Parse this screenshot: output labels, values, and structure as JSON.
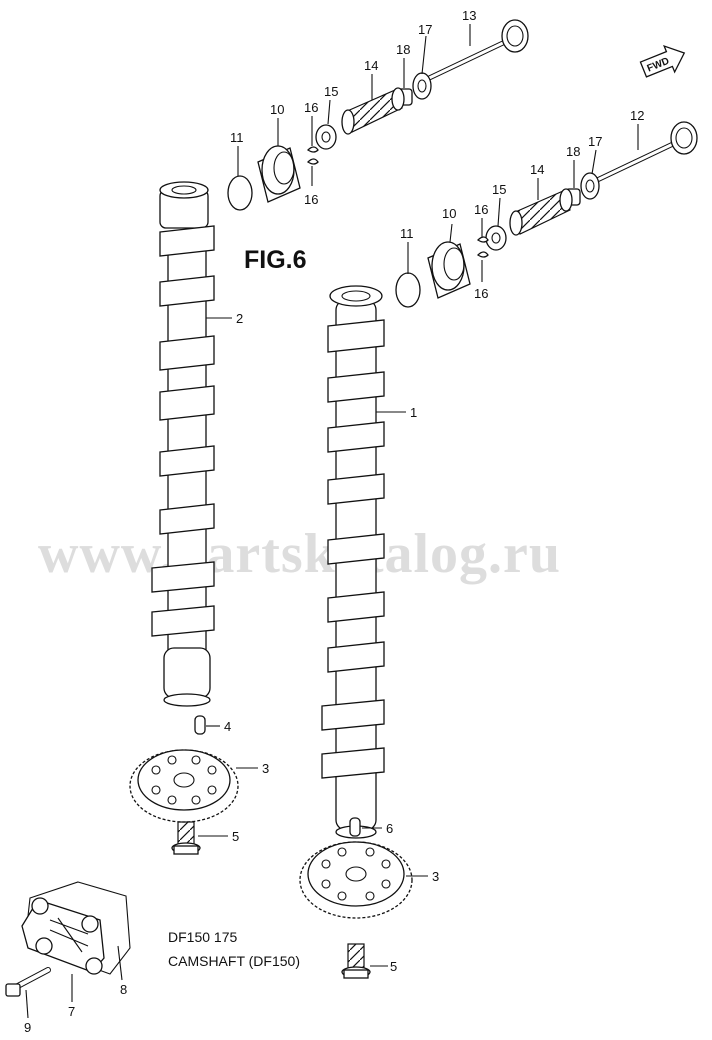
{
  "figure": {
    "title": "FIG.6",
    "model": "DF150 175",
    "caption": "CAMSHAFT (DF150)",
    "direction_badge": "FWD",
    "watermark": "www.partskatalog.ru"
  },
  "callouts": [
    {
      "id": "c13",
      "number": "13",
      "part": "valve"
    },
    {
      "id": "c17a",
      "number": "17",
      "part": "retainer"
    },
    {
      "id": "c18a",
      "number": "18",
      "part": "cotter"
    },
    {
      "id": "c14a",
      "number": "14",
      "part": "spring"
    },
    {
      "id": "c15a",
      "number": "15",
      "part": "seat"
    },
    {
      "id": "c16a",
      "number": "16",
      "part": "shim"
    },
    {
      "id": "c10a",
      "number": "10",
      "part": "tappet"
    },
    {
      "id": "c11a",
      "number": "11",
      "part": "shim"
    },
    {
      "id": "c16b",
      "number": "16",
      "part": "shim"
    },
    {
      "id": "c12",
      "number": "12",
      "part": "valve"
    },
    {
      "id": "c17b",
      "number": "17",
      "part": "retainer"
    },
    {
      "id": "c18b",
      "number": "18",
      "part": "cotter"
    },
    {
      "id": "c14b",
      "number": "14",
      "part": "spring"
    },
    {
      "id": "c15b",
      "number": "15",
      "part": "seat"
    },
    {
      "id": "c16c",
      "number": "16",
      "part": "shim"
    },
    {
      "id": "c10b",
      "number": "10",
      "part": "tappet"
    },
    {
      "id": "c11b",
      "number": "11",
      "part": "shim"
    },
    {
      "id": "c16d",
      "number": "16",
      "part": "shim"
    },
    {
      "id": "c2",
      "number": "2",
      "part": "camshaft"
    },
    {
      "id": "c1",
      "number": "1",
      "part": "camshaft"
    },
    {
      "id": "c4",
      "number": "4",
      "part": "pin"
    },
    {
      "id": "c3a",
      "number": "3",
      "part": "sprocket"
    },
    {
      "id": "c5a",
      "number": "5",
      "part": "bolt"
    },
    {
      "id": "c6",
      "number": "6",
      "part": "pin"
    },
    {
      "id": "c3b",
      "number": "3",
      "part": "sprocket"
    },
    {
      "id": "c5b",
      "number": "5",
      "part": "bolt"
    },
    {
      "id": "c7",
      "number": "7",
      "part": "cover"
    },
    {
      "id": "c8",
      "number": "8",
      "part": "gasket"
    },
    {
      "id": "c9",
      "number": "9",
      "part": "bolt"
    }
  ]
}
